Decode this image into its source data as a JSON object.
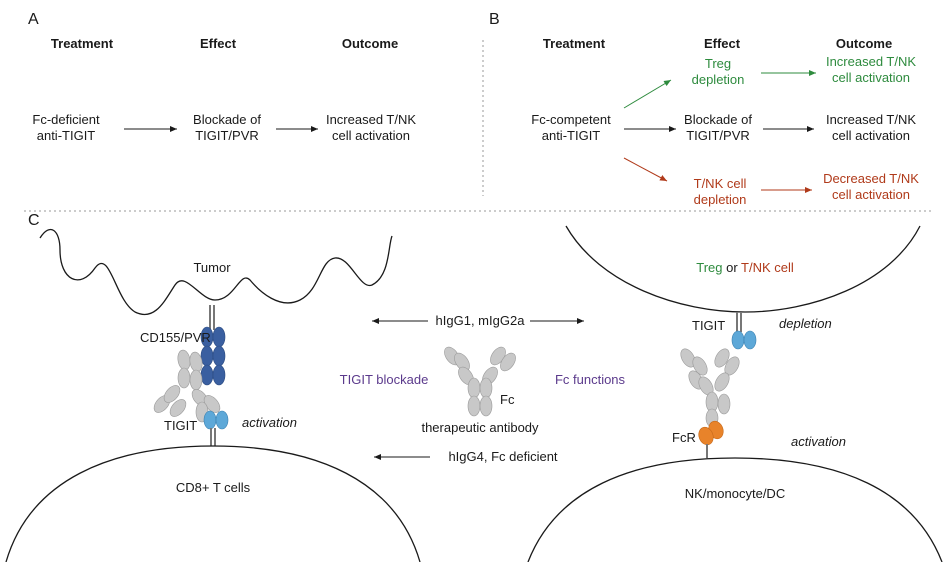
{
  "panels": {
    "a": "A",
    "b": "B",
    "c": "C"
  },
  "panel_a": {
    "headers": {
      "treatment": "Treatment",
      "effect": "Effect",
      "outcome": "Outcome"
    },
    "treatment": [
      "Fc-deficient",
      "anti-TIGIT"
    ],
    "effect": [
      "Blockade of",
      "TIGIT/PVR"
    ],
    "outcome": [
      "Increased T/NK",
      "cell activation"
    ]
  },
  "panel_b": {
    "headers": {
      "treatment": "Treatment",
      "effect": "Effect",
      "outcome": "Outcome"
    },
    "treatment": [
      "Fc-competent",
      "anti-TIGIT"
    ],
    "rows": [
      {
        "effect": [
          "Treg",
          "depletion"
        ],
        "outcome": [
          "Increased T/NK",
          "cell activation"
        ],
        "color": "#2e8b3e"
      },
      {
        "effect": [
          "Blockade of",
          "TIGIT/PVR"
        ],
        "outcome": [
          "Increased T/NK",
          "cell activation"
        ],
        "color": "#1a1a1a"
      },
      {
        "effect": [
          "T/NK cell",
          "depletion"
        ],
        "outcome": [
          "Decreased T/NK",
          "cell activation"
        ],
        "color": "#b03a1a"
      }
    ]
  },
  "panel_c": {
    "tumor": "Tumor",
    "cd155": "CD155/PVR",
    "tigit_left": "TIGIT",
    "activation_left": "activation",
    "cd8": "CD8+ T cells",
    "treg": "Treg",
    "or": "or",
    "tnk": "T/NK cell",
    "tigit_right": "TIGIT",
    "depletion": "depletion",
    "fcr": "FcR",
    "activation_right": "activation",
    "nk": "NK/monocyte/DC",
    "higg1": "hIgG1, mIgG2a",
    "higg4": "hIgG4, Fc deficient",
    "tigit_blockade": "TIGIT blockade",
    "fc_functions": "Fc functions",
    "fc": "Fc",
    "therapeutic": "therapeutic antibody"
  },
  "colors": {
    "green": "#2e8b3e",
    "red": "#b03a1a",
    "purple": "#5b3a8c",
    "pvr_dark": "#3a5fa0",
    "tigit_light": "#5da8d8",
    "fcr_orange": "#e8832a",
    "antibody_gray": "#c8c8c8"
  }
}
